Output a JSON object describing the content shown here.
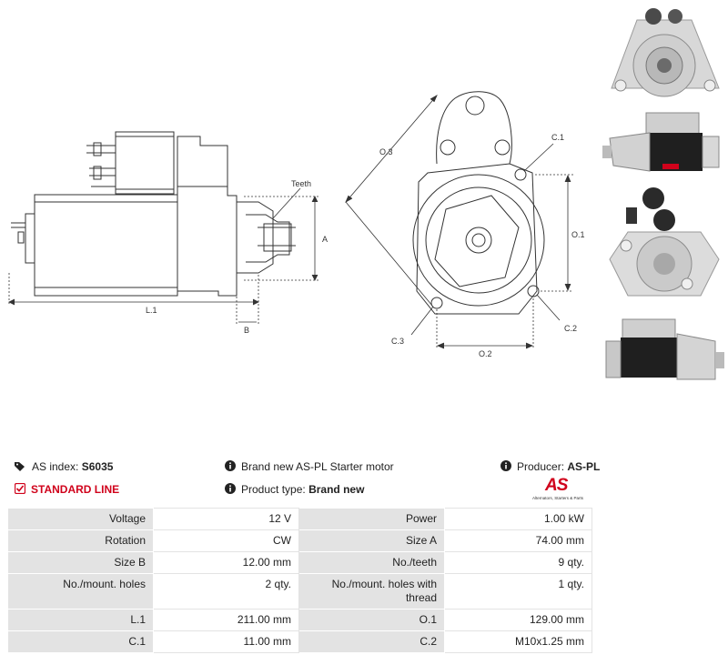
{
  "drawing": {
    "labels": {
      "teeth": "Teeth",
      "a": "A",
      "l1": "L.1",
      "b": "B",
      "o3": "O.3",
      "c1": "C.1",
      "o1": "O.1",
      "c2": "C.2",
      "c3": "C.3",
      "o2": "O.2"
    }
  },
  "info": {
    "as_index_label": "AS index:",
    "as_index_value": "S6035",
    "line": "STANDARD LINE",
    "description": "Brand new AS-PL Starter motor",
    "product_type_label": "Product type:",
    "product_type_value": "Brand new",
    "producer_label": "Producer:",
    "producer_value": "AS-PL"
  },
  "logo": {
    "mark": "AS",
    "tagline": "Alternators, Starters & Parts",
    "color": "#d0021b"
  },
  "icons": [
    "tags-icon",
    "check-square-icon",
    "info-circle-icon"
  ],
  "specs": [
    [
      {
        "k": "Voltage",
        "v": "12 V"
      },
      {
        "k": "Power",
        "v": "1.00 kW"
      }
    ],
    [
      {
        "k": "Rotation",
        "v": "CW"
      },
      {
        "k": "Size A",
        "v": "74.00 mm"
      }
    ],
    [
      {
        "k": "Size B",
        "v": "12.00 mm"
      },
      {
        "k": "No./teeth",
        "v": "9 qty."
      }
    ],
    [
      {
        "k": "No./mount. holes",
        "v": "2 qty."
      },
      {
        "k": "No./mount. holes with thread",
        "v": "1 qty."
      }
    ],
    [
      {
        "k": "L.1",
        "v": "211.00 mm"
      },
      {
        "k": "O.1",
        "v": "129.00 mm"
      }
    ],
    [
      {
        "k": "C.1",
        "v": "11.00 mm"
      },
      {
        "k": "C.2",
        "v": "M10x1.25 mm"
      }
    ]
  ]
}
